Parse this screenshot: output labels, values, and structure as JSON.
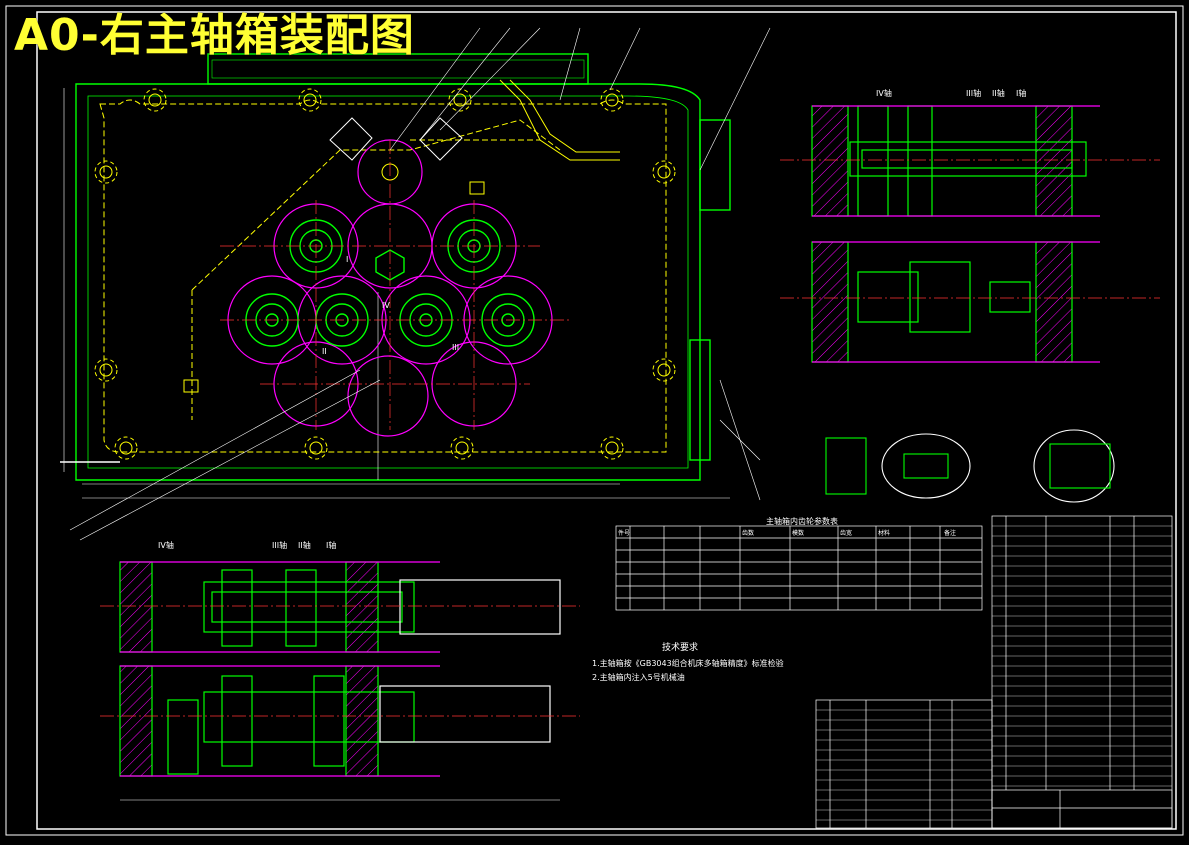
{
  "drawing": {
    "title": "A0-右主轴箱装配图",
    "axis_labels": [
      "I",
      "II",
      "III",
      "IV"
    ],
    "shaft_labels_section": [
      "IV轴",
      "III轴",
      "II轴",
      "I轴"
    ],
    "shaft_labels_top": [
      "IV轴",
      "III轴",
      "II轴",
      "I轴"
    ],
    "section_caption_1": "主轴箱内齿轮参数表",
    "tech_req_title": "技术要求",
    "tech_req_1": "1.主轴箱按《GB3043组合机床多轴箱精度》标准检验",
    "tech_req_2": "2.主轴箱内注入5号机械油",
    "table_header": [
      "件号",
      "齿数",
      "模数",
      "齿宽",
      "材料",
      "备注"
    ],
    "colors": {
      "background": "#000000",
      "outline": "#00ff00",
      "hidden": "#ffff00",
      "pitch": "#ff00ff",
      "annotation": "#ffffff",
      "centerline": "#ff0000",
      "title": "#ffff33"
    }
  }
}
